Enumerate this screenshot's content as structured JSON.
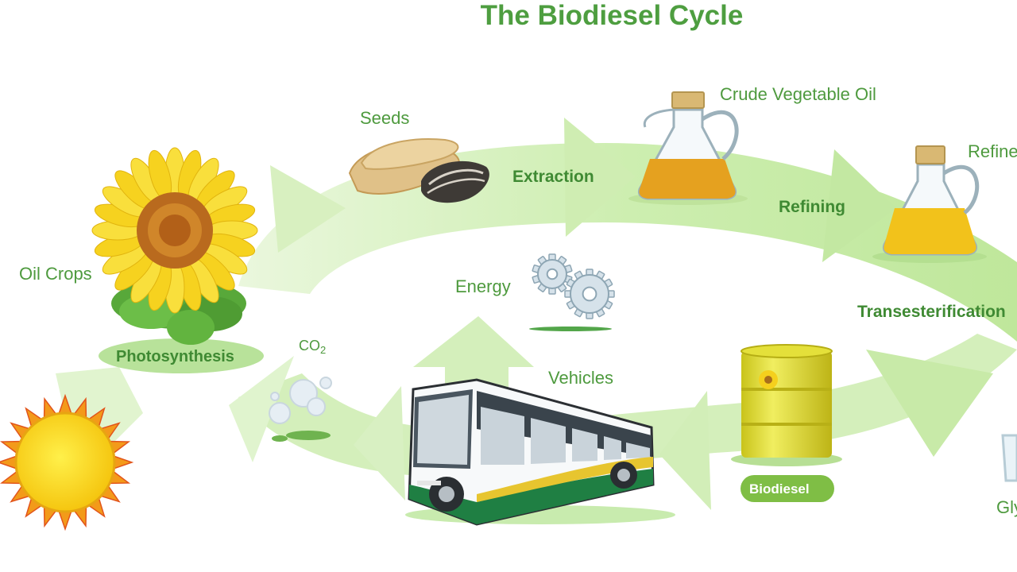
{
  "title": "The Biodiesel Cycle",
  "labels": {
    "seeds": "Seeds",
    "extraction": "Extraction",
    "crude_oil": "Crude Vegetable Oil",
    "refining": "Refining",
    "refined_partial": "Refine",
    "transesterification": "Transesterification",
    "oil_crops": "Oil Crops",
    "photosynthesis": "Photosynthesis",
    "energy": "Energy",
    "co2_main": "CO",
    "co2_sub": "2",
    "vehicles": "Vehicles",
    "biodiesel": "Biodiesel",
    "glycerin_partial": "Gly"
  },
  "colors": {
    "title_green": "#4e9e40",
    "arrow_light": "#e1f3cc",
    "arrow_mid": "#bfe79b",
    "pill": "#b8e29a",
    "badge": "#7fbe45",
    "oil": "#e5a11f",
    "refined_oil": "#f2c21b",
    "sunflower_petal": "#f6d21f",
    "sun": "#f7d20c",
    "drum": "#d8d628",
    "bus_green": "#1f7f43"
  },
  "icons": [
    "sunflower-icon",
    "seeds-icon",
    "jug-icon",
    "gears-icon",
    "bus-icon",
    "drum-icon",
    "sun-icon",
    "bubbles-icon"
  ]
}
